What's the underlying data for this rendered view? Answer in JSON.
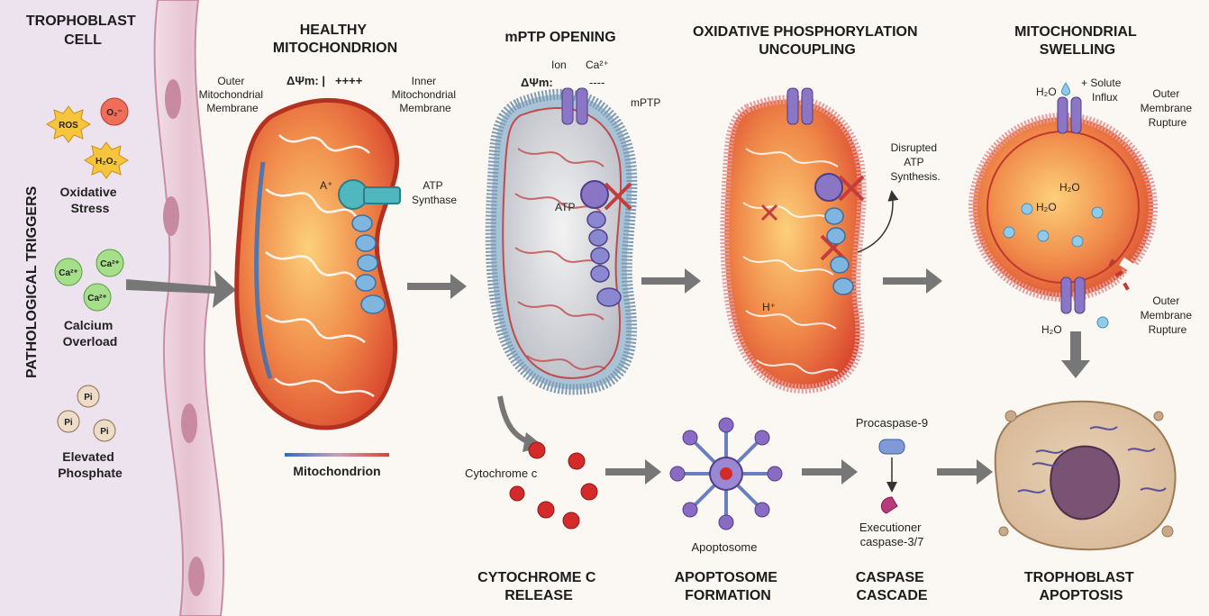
{
  "left_panel": {
    "cell_title": [
      "TROPHOBLAST",
      "CELL"
    ],
    "vertical_title": "PATHOLOGICAL TRIGGERS",
    "oxidative": {
      "ros": "ROS",
      "o2": "O₂⁻",
      "h2o2": "H₂O₂",
      "label": [
        "Oxidative",
        "Stress"
      ]
    },
    "calcium": {
      "ion": "Ca²⁺",
      "label": [
        "Calcium",
        "Overload"
      ]
    },
    "phosphate": {
      "ion": "Pi",
      "label": [
        "Elevated",
        "Phosphate"
      ]
    }
  },
  "healthy": {
    "title": [
      "HEALTHY",
      "MITOCHONDRION"
    ],
    "potential_label": "ΔΨm: |",
    "potential_plus": "++++",
    "outer_membrane": [
      "Outer",
      "Mitochondrial",
      "Membrane"
    ],
    "inner_membrane": [
      "Inner",
      "Mitochondrial",
      "Membrane"
    ],
    "proton": "A⁺",
    "atp_synthase": [
      "ATP",
      "Synthase"
    ],
    "legend": "Mitochondrion"
  },
  "mptp": {
    "title": "mPTP OPENING",
    "ion": "Ion",
    "ca": "Ca²⁺",
    "potential_label": "ΔΨm:",
    "potential_dashes": "----",
    "pore_label": "mPTP",
    "atp": "ATP"
  },
  "uncoupling": {
    "title": [
      "OXIDATIVE PHOSPHORYLATION",
      "UNCOUPLING"
    ],
    "disrupted": [
      "Disrupted",
      "ATP",
      "Synthesis."
    ],
    "proton": "H⁺"
  },
  "swelling": {
    "title": [
      "MITOCHONDRIAL",
      "SWELLING"
    ],
    "water": "H₂O",
    "solute": [
      "+ Solute",
      "Influx"
    ],
    "outer_rupture": [
      "Outer",
      "Membrane",
      "Rupture"
    ]
  },
  "bottom": {
    "cytochrome": {
      "label": "Cytochrome c",
      "title": [
        "CYTOCHROME C",
        "RELEASE"
      ]
    },
    "apoptosome": {
      "label": "Apoptosome",
      "title": [
        "APOPTOSOME",
        "FORMATION"
      ]
    },
    "caspase": {
      "procaspase": "Procaspase-9",
      "executioner": [
        "Executioner",
        "caspase-3/7"
      ],
      "title": [
        "CASPASE",
        "CASCADE"
      ]
    },
    "apoptosis": {
      "title": [
        "TROPHOBLAST",
        "APOPTOSIS"
      ]
    }
  },
  "colors": {
    "mito_red": "#d9452e",
    "mito_orange": "#f5a25a",
    "protein_purple": "#8a76c4",
    "blue": "#2f6fc0",
    "cyto_red": "#d42a2a"
  }
}
